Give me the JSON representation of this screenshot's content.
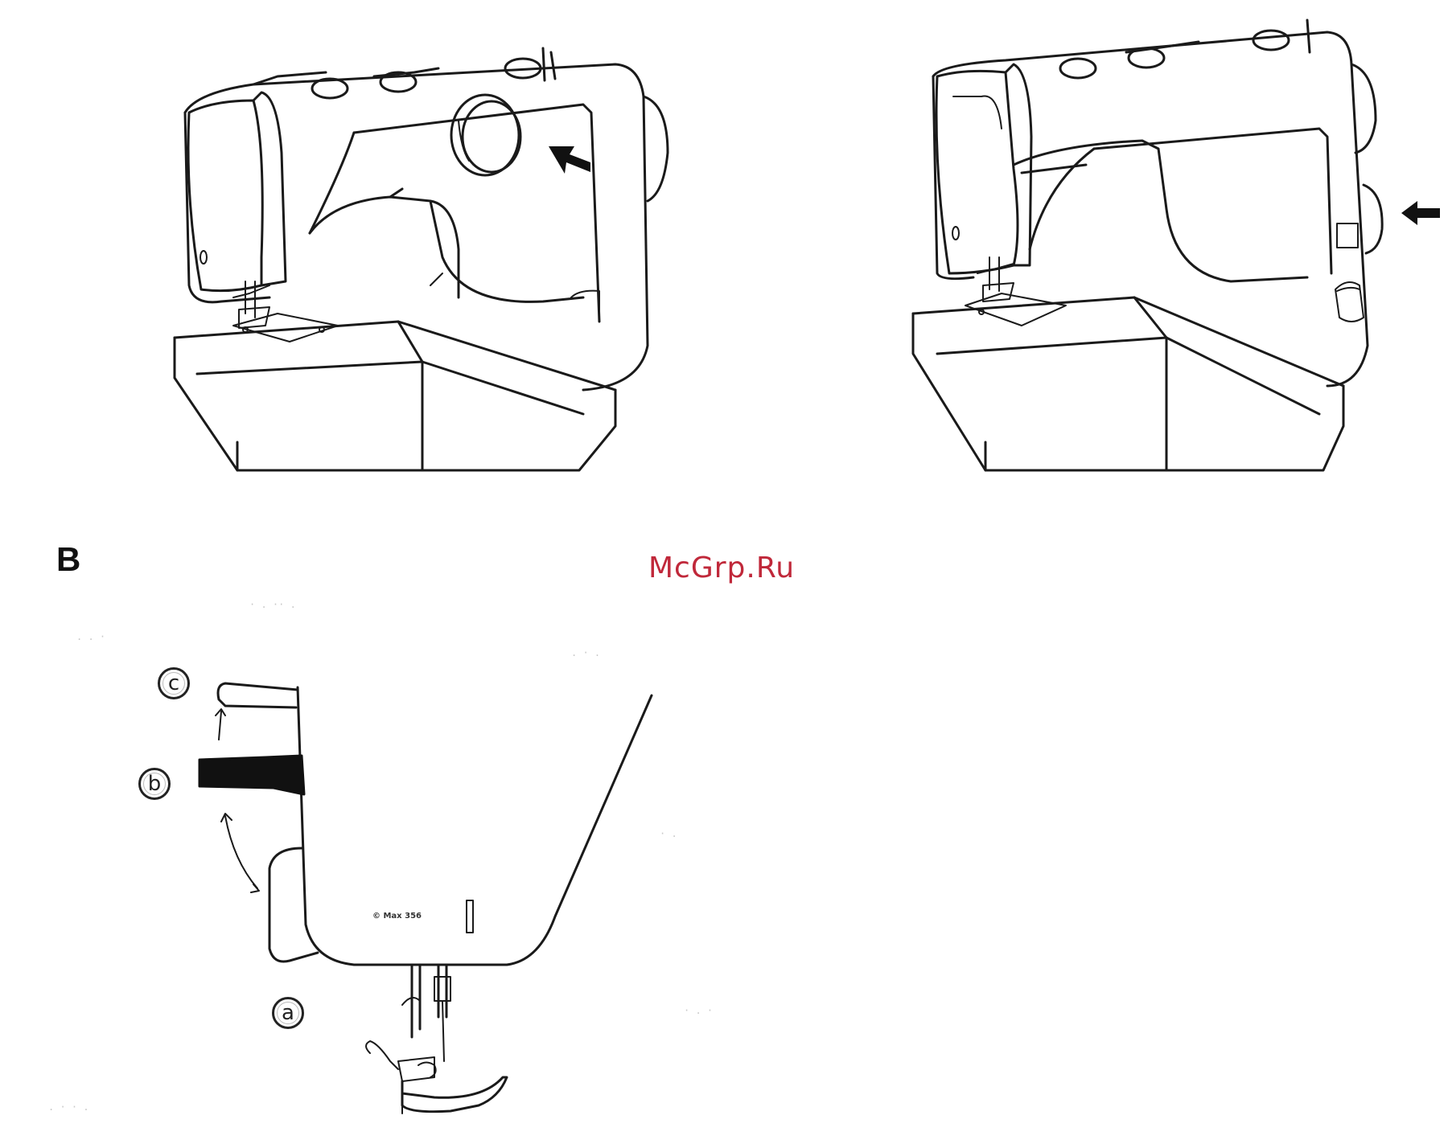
{
  "section": {
    "letter": "B"
  },
  "watermark": {
    "text": "McGrp.Ru",
    "color": "#c0283a"
  },
  "callouts": {
    "a": "a",
    "b": "b",
    "c": "c"
  },
  "plate_text": "© Max 356",
  "colors": {
    "line": "#1a1a1a",
    "background": "#ffffff",
    "lever_fill": "#111111"
  },
  "icons": [
    "arrow-left-icon",
    "arrow-left-icon"
  ]
}
